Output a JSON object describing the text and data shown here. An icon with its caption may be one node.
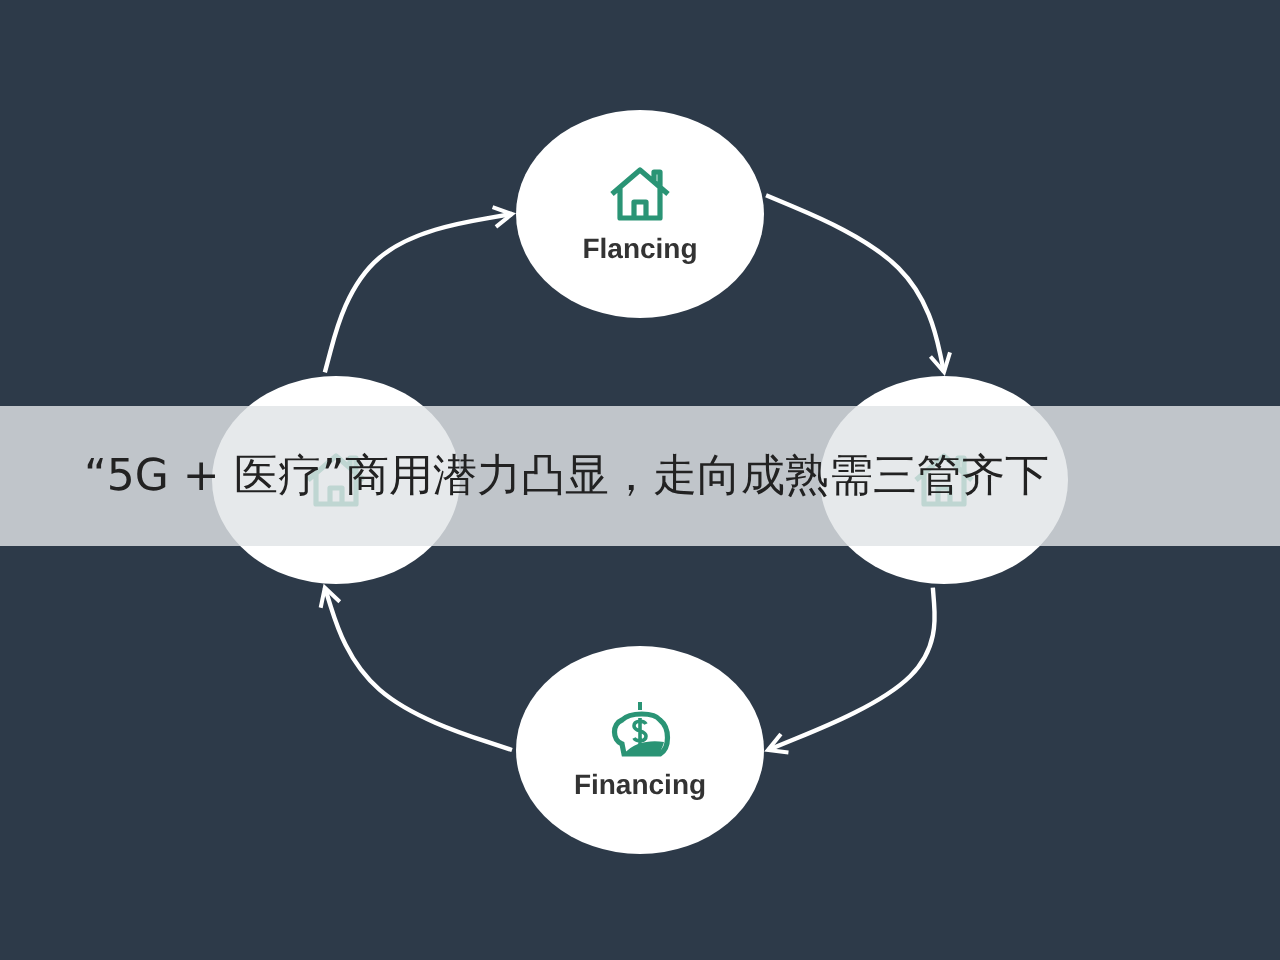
{
  "diagram": {
    "title": "“5G + 医疗”商用潜力凸显，走向成熟需三管齐下",
    "nodes": [
      {
        "text": [
          "Flancing"
        ]
      },
      {
        "text": [],
        "shape": "circle"
      },
      {
        "text": [],
        "shape": "circle"
      },
      {
        "text": [
          "Financing"
        ]
      }
    ],
    "edges": [
      {
        "from": 1,
        "to": 0,
        "arrow": "to"
      },
      {
        "from": 0,
        "to": 2,
        "arrow": "to"
      },
      {
        "from": 2,
        "to": 3,
        "arrow": "to"
      },
      {
        "from": 3,
        "to": 1,
        "arrow": "to"
      }
    ]
  }
}
